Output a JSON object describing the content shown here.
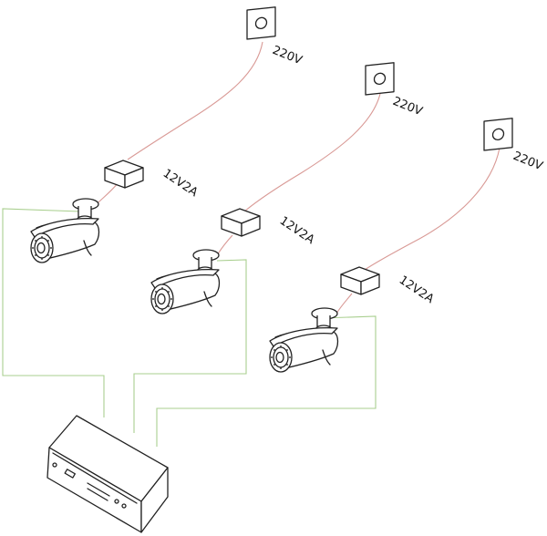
{
  "outlets": [
    {
      "label": "220V"
    },
    {
      "label": "220V"
    },
    {
      "label": "220V"
    }
  ],
  "power_adapters": [
    {
      "label": "12V2A"
    },
    {
      "label": "12V2A"
    },
    {
      "label": "12V2A"
    }
  ],
  "colors": {
    "power_cable": "#d99a96",
    "video_cable": "#a9cf8f",
    "outline": "#222222"
  }
}
